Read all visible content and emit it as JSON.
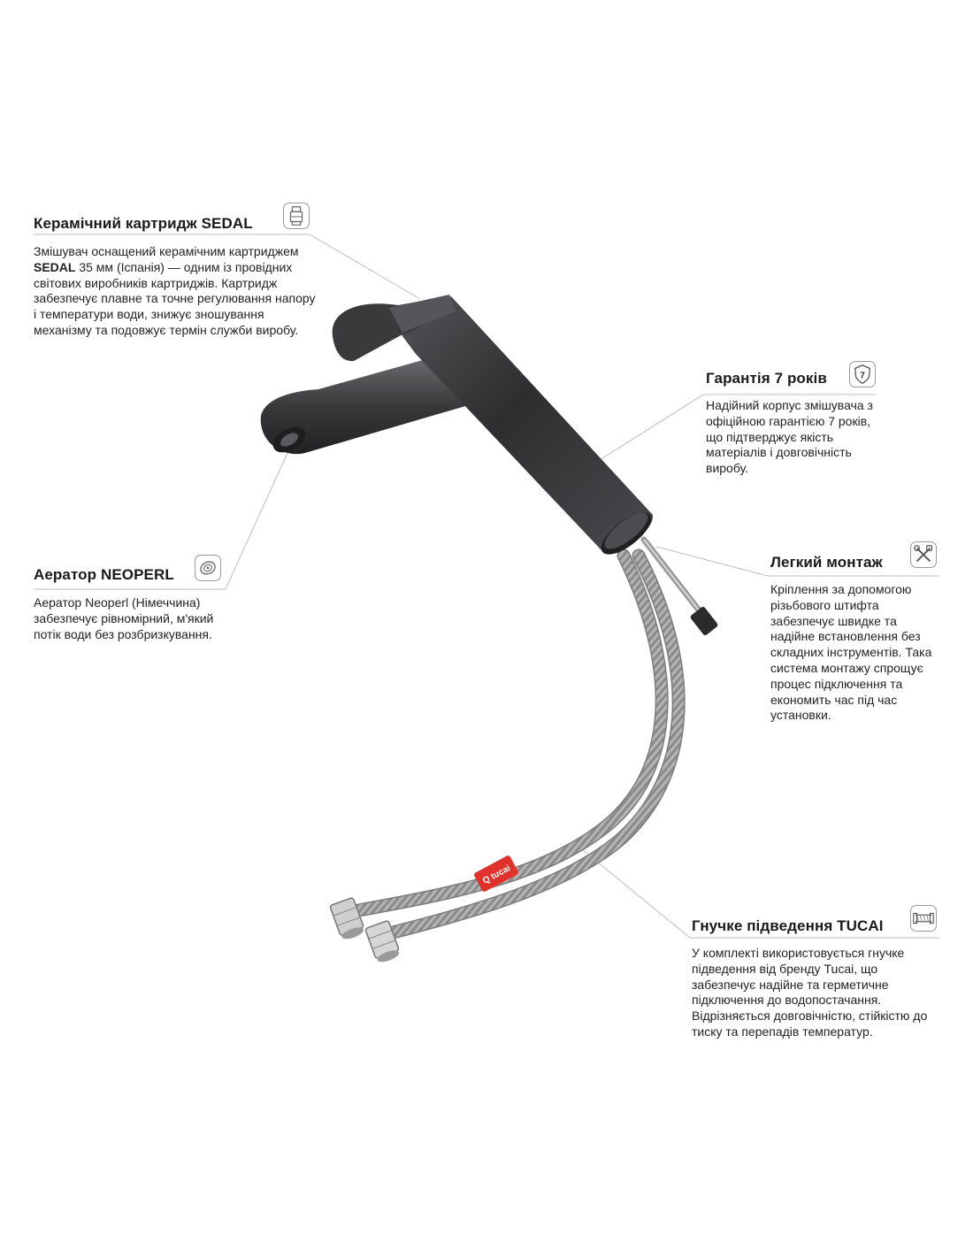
{
  "callouts": {
    "cartridge": {
      "title": "Керамічний картридж SEDAL",
      "body_pre": "Змішувач оснащений керамічним картриджем ",
      "body_strong": "SEDAL",
      "body_post": " 35 мм (Іспанія) — одним із провідних світових виробників картриджів. Картридж забезпечує плавне та точне регулювання напору і температури води, знижує зношування механізму та подовжує термін служби виробу.",
      "icon": "cartridge-icon"
    },
    "warranty": {
      "title": "Гарантія 7 років",
      "body": "Надійний корпус змішувача з офіційною гарантією 7 років, що підтверджує якість матеріалів і довговічність виробу.",
      "icon": "shield-7-icon",
      "badge_number": "7"
    },
    "aerator": {
      "title": "Аератор NEOPERL",
      "body": "Аератор Neoperl (Німеччина) забезпечує рівномірний, м'який потік води без розбризкування.",
      "icon": "aerator-icon"
    },
    "mounting": {
      "title": "Легкий монтаж",
      "body": "Кріплення за допомогою різьбового штифта забезпечує швидке та надійне встановлення без складних інструментів. Така система монтажу спрощує процес підключення та економить час під час установки.",
      "icon": "tools-icon"
    },
    "hose": {
      "title": "Гнучке підведення TUCAI",
      "body": "У комплекті використовується гнучке підведення від бренду Tucai, що забезпечує надійне та герметичне підключення до водопостачання. Відрізняється довговічністю, стійкістю до тиску та перепадів температур.",
      "icon": "hose-icon"
    }
  },
  "product": {
    "finish_color": "#3a3a3c",
    "hose_color": "#a9a9a9",
    "label_color": "#e0322b",
    "label_text": "Q tucai"
  },
  "leader_line_color": "#bdbdbd"
}
